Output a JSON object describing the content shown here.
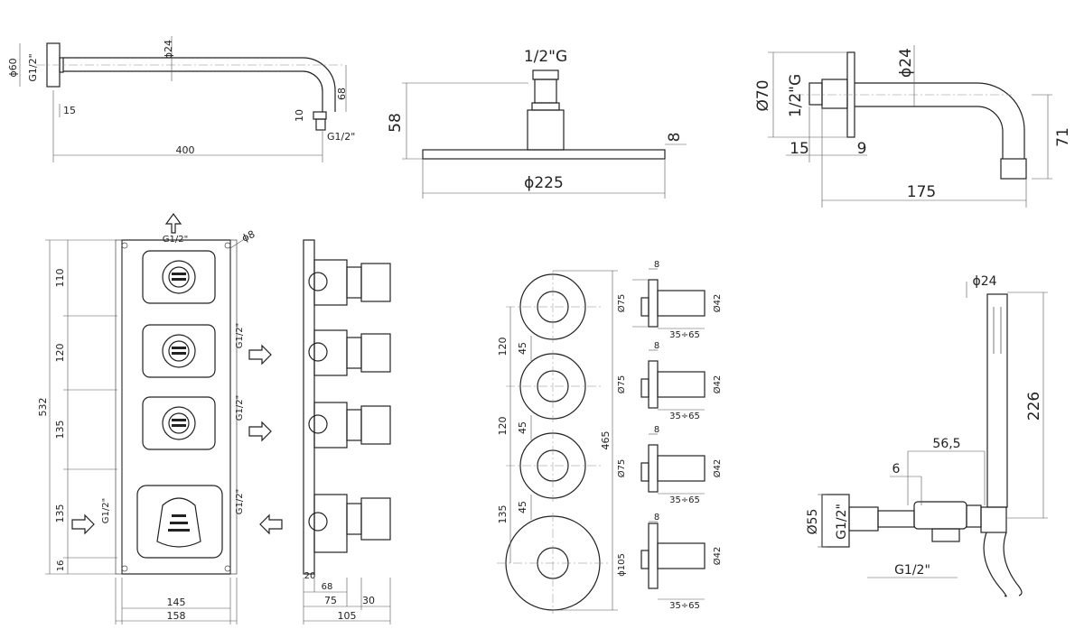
{
  "arm_long": {
    "dia_flange": "ϕ60",
    "thread_wall": "G1/2\"",
    "dia_tube": "ϕ24",
    "drop": "68",
    "end": "10",
    "thread_end": "G1/2\"",
    "flange": "15",
    "length": "400"
  },
  "head": {
    "thread": "1/2\"G",
    "height": "58",
    "thickness": "8",
    "dia": "ϕ225"
  },
  "arm_short": {
    "dia_flange": "Ø70",
    "thread": "1/2\"G",
    "dia_tube": "ϕ24",
    "flange": "15",
    "gap": "9",
    "drop": "71",
    "length": "175"
  },
  "mixer_front": {
    "outlet_top": "G1/2\"",
    "hole": "ϕ8",
    "outlet_side": "G1/2\"",
    "inlet_side": "G1/2\"",
    "total_height": "532",
    "seg": [
      "110",
      "120",
      "135",
      "135",
      "16"
    ],
    "width_inner": "145",
    "width_outer": "158"
  },
  "mixer_side": {
    "d1": "20",
    "d2": "68",
    "d3": "75",
    "d4": "30",
    "depth": "105"
  },
  "plate": {
    "spacing": [
      "120",
      "120",
      "135"
    ],
    "offset": "45",
    "total": "465"
  },
  "handles": [
    {
      "top": "8",
      "plate": "Ø75",
      "knob": "Ø42",
      "range": "35÷65"
    },
    {
      "top": "8",
      "plate": "Ø75",
      "knob": "Ø42",
      "range": "35÷65"
    },
    {
      "top": "8",
      "plate": "Ø75",
      "knob": "Ø42",
      "range": "35÷65"
    },
    {
      "top": "8",
      "plate": "ϕ105",
      "knob": "Ø42",
      "range": "35÷65"
    }
  ],
  "hand_shower": {
    "dia_hose": "ϕ24",
    "length": "226",
    "depth": "56,5",
    "flange": "6",
    "dia_flange": "Ø55",
    "thread_wall": "G1/2\"",
    "thread_out": "G1/2\""
  }
}
